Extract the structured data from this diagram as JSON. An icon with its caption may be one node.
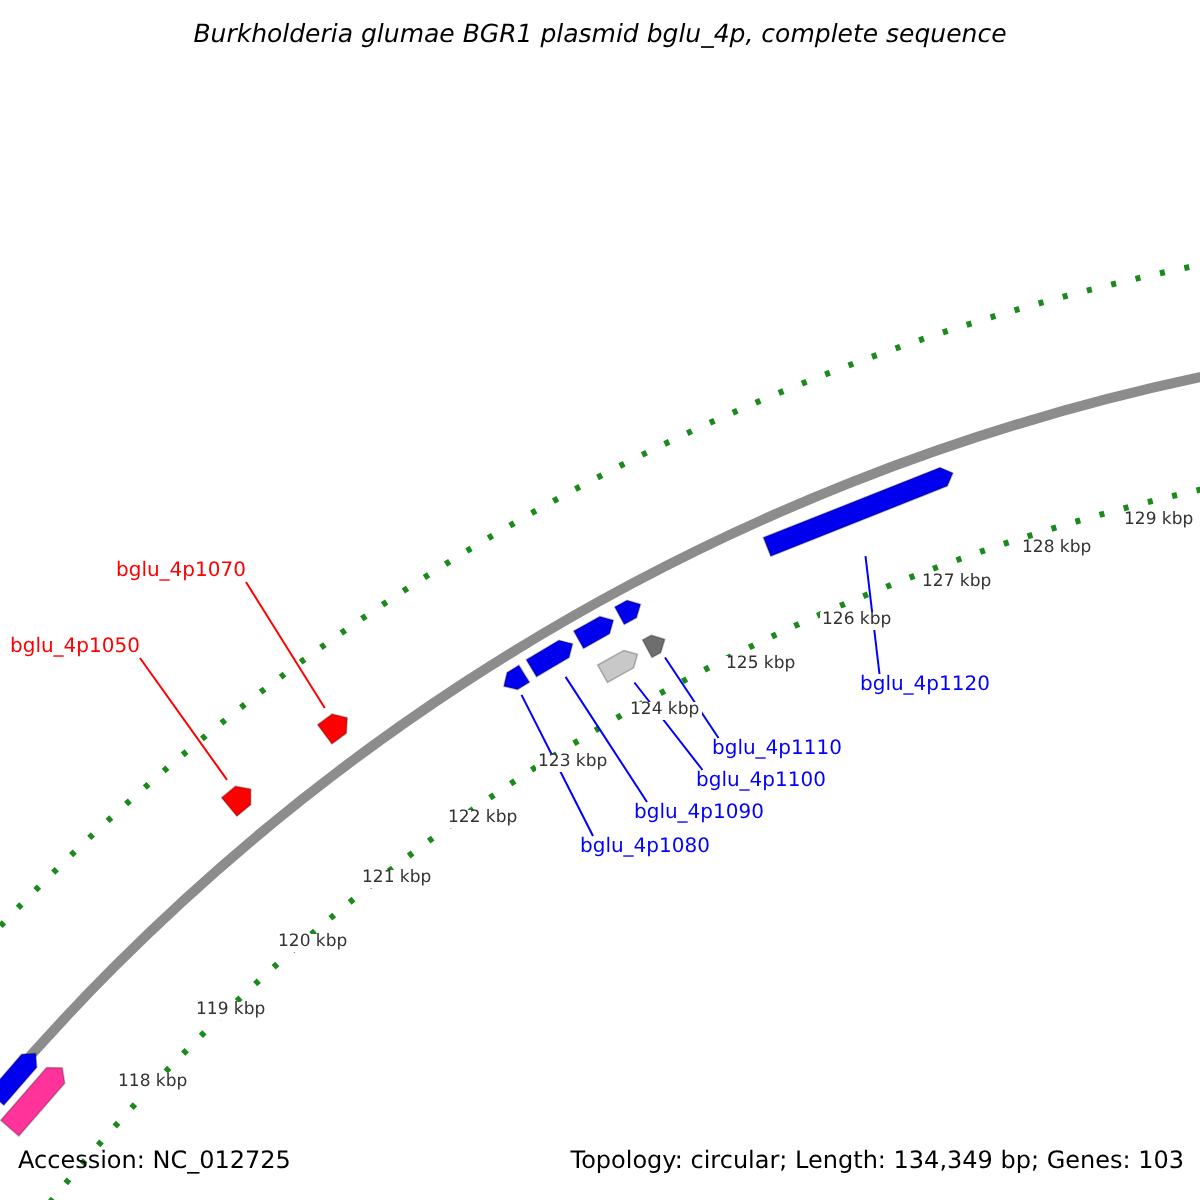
{
  "diagram": {
    "title": "Burkholderia glumae BGR1 plasmid bglu_4p, complete sequence",
    "nodes": [
      {
        "text": [
          "bglu_4p1070"
        ]
      },
      {
        "text": [
          "bglu_4p1050"
        ]
      },
      {
        "text": [
          "bglu_4p1120"
        ]
      },
      {
        "text": [
          "bglu_4p1110"
        ]
      },
      {
        "text": [
          "bglu_4p1100"
        ]
      },
      {
        "text": [
          "bglu_4p1090"
        ]
      },
      {
        "text": [
          "bglu_4p1080"
        ]
      },
      {
        "text": [],
        "shape": "pentagon"
      },
      {
        "text": [],
        "shape": "pentagon"
      },
      {
        "text": [],
        "shape": "pentagon"
      },
      {
        "text": [],
        "shape": "pentagon"
      },
      {
        "text": [],
        "shape": "pentagon"
      },
      {
        "text": [],
        "shape": "pentagon"
      },
      {
        "text": [],
        "shape": "pentagon"
      },
      {
        "text": [],
        "shape": "pentagon"
      },
      {
        "text": [],
        "shape": "pentagon"
      },
      {
        "text": [],
        "shape": "pentagon"
      },
      {
        "text": [],
        "shape": "pentagon"
      }
    ],
    "edges": [
      {
        "from": 0,
        "to": 10,
        "arrow": "none",
        "color": "#ff0000"
      },
      {
        "from": 1,
        "to": 9,
        "arrow": "none",
        "color": "#ff0000"
      },
      {
        "from": 2,
        "to": 17,
        "arrow": "none"
      },
      {
        "from": 3,
        "to": 16,
        "arrow": "none"
      },
      {
        "from": 4,
        "to": 14,
        "arrow": "none"
      },
      {
        "from": 5,
        "to": 12,
        "arrow": "none"
      },
      {
        "from": 6,
        "to": 11,
        "arrow": "none"
      }
    ],
    "labels": [
      "129 kbp",
      "128 kbp",
      "127 kbp",
      "126 kbp",
      "125 kbp",
      "124 kbp",
      "123 kbp",
      "122 kbp",
      "121 kbp",
      "120 kbp",
      "119 kbp",
      "118 kbp",
      "Accession: NC_012725",
      "Topology: circular; Length: 134,349 bp; Genes: 103"
    ]
  }
}
